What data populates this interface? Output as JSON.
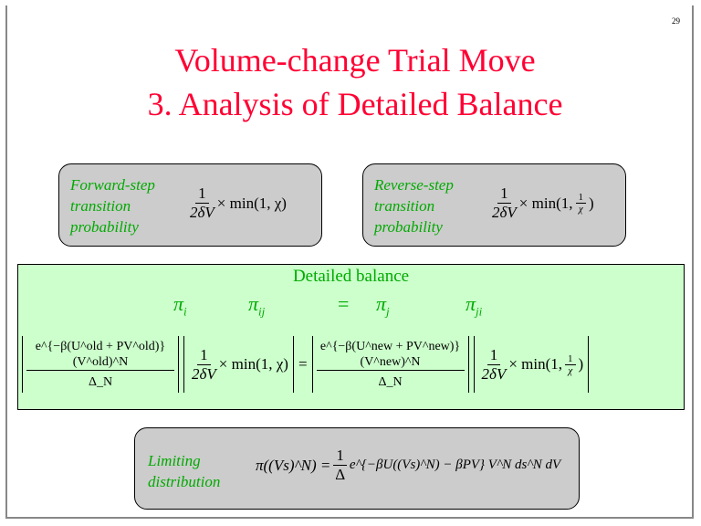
{
  "slide": {
    "page_number": "29",
    "title_line1": "Volume-change Trial Move",
    "title_line2": "3.  Analysis of Detailed Balance"
  },
  "forward": {
    "label": [
      "Forward-step",
      "transition",
      "probability"
    ],
    "num": "1",
    "den": "2δV",
    "expr": "× min(1, χ)"
  },
  "reverse": {
    "label": [
      "Reverse-step",
      "transition",
      "probability"
    ],
    "num": "1",
    "den": "2δV",
    "expr": "× min(1, ",
    "inner_num": "1",
    "inner_den": "χ",
    "close": ")"
  },
  "balance": {
    "title": "Detailed balance",
    "pi_i": "π",
    "pi_i_sub": "i",
    "pi_ij": "π",
    "pi_ij_sub": "ij",
    "equals": "=",
    "pi_j": "π",
    "pi_j_sub": "j",
    "pi_ji": "π",
    "pi_ji_sub": "ji",
    "left_num": "e^{−β(U^old + PV^old)} (V^old)^N",
    "left_den": "Δ_N",
    "right_num": "e^{−β(U^new + PV^new)} (V^new)^N",
    "right_den": "Δ_N"
  },
  "limiting": {
    "label": [
      "Limiting",
      "distribution"
    ],
    "lhs": "π((Vs)^N) =",
    "num": "1",
    "den": "Δ",
    "rhs": "e^{−βU((Vs)^N) − βPV} V^N ds^N dV"
  }
}
